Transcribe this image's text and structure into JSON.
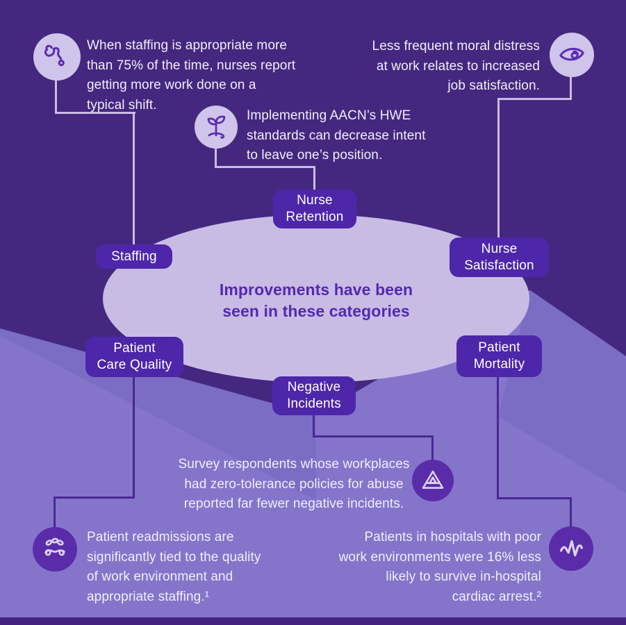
{
  "title": "Healthy work environment improvements infographic",
  "headline": {
    "text": "Improvements have been\nseen in these categories"
  },
  "badges": {
    "staffing": "Staffing",
    "nurse_retention": "Nurse\nRetention",
    "nurse_satisfaction": "Nurse\nSatisfaction",
    "patient_care_quality": "Patient\nCare Quality",
    "negative_incidents": "Negative\nIncidents",
    "patient_mortality": "Patient\nMortality"
  },
  "callouts": {
    "staffing": "When staffing is appropriate more\nthan 75% of the time, nurses report\ngetting more work done on a\ntypical shift.",
    "nurse_retention": "Implementing AACN’s HWE\nstandards can decrease intent\nto leave one’s position.",
    "nurse_satisfaction": "Less frequent moral distress\nat work relates to increased\njob satisfaction.",
    "negative_incidents": "Survey respondents whose workplaces\nhad zero-tolerance policies for abuse\nreported far fewer negative incidents.",
    "patient_care_quality": "Patient readmissions are\nsignificantly tied to the quality\nof work environment and\nappropriate staffing.¹",
    "patient_mortality": "Patients in hospitals with poor\nwork environments were 16% less\nlikely to survive in-hospital\ncardiac arrest.²"
  },
  "icons": {
    "staffing": "stethoscope-icon",
    "nurse_retention": "seedling-icon",
    "nurse_satisfaction": "eye-icon",
    "negative_incidents": "zero-tolerance-triangle-icon",
    "patient_care_quality": "pills-icon",
    "patient_mortality": "heartbeat-pulse-icon"
  },
  "colors": {
    "background_light": "#8475CB",
    "background_dark": "#44287F",
    "background_band": "#7C6DC4",
    "ellipse": "#C8BCE5",
    "badge": "#4D26A9",
    "headline_text": "#5328B1",
    "body_text": "#F2EEF9",
    "connector_light": "#C9BDE5",
    "connector_dark": "#4A2793",
    "icon_circle_light": "#CFC4E9",
    "icon_circle_dark": "#5A2CA9",
    "icon_glyph_dark": "#5A2DB2",
    "icon_glyph_light": "#DCD2F2",
    "footer_bar": "#41237E"
  }
}
